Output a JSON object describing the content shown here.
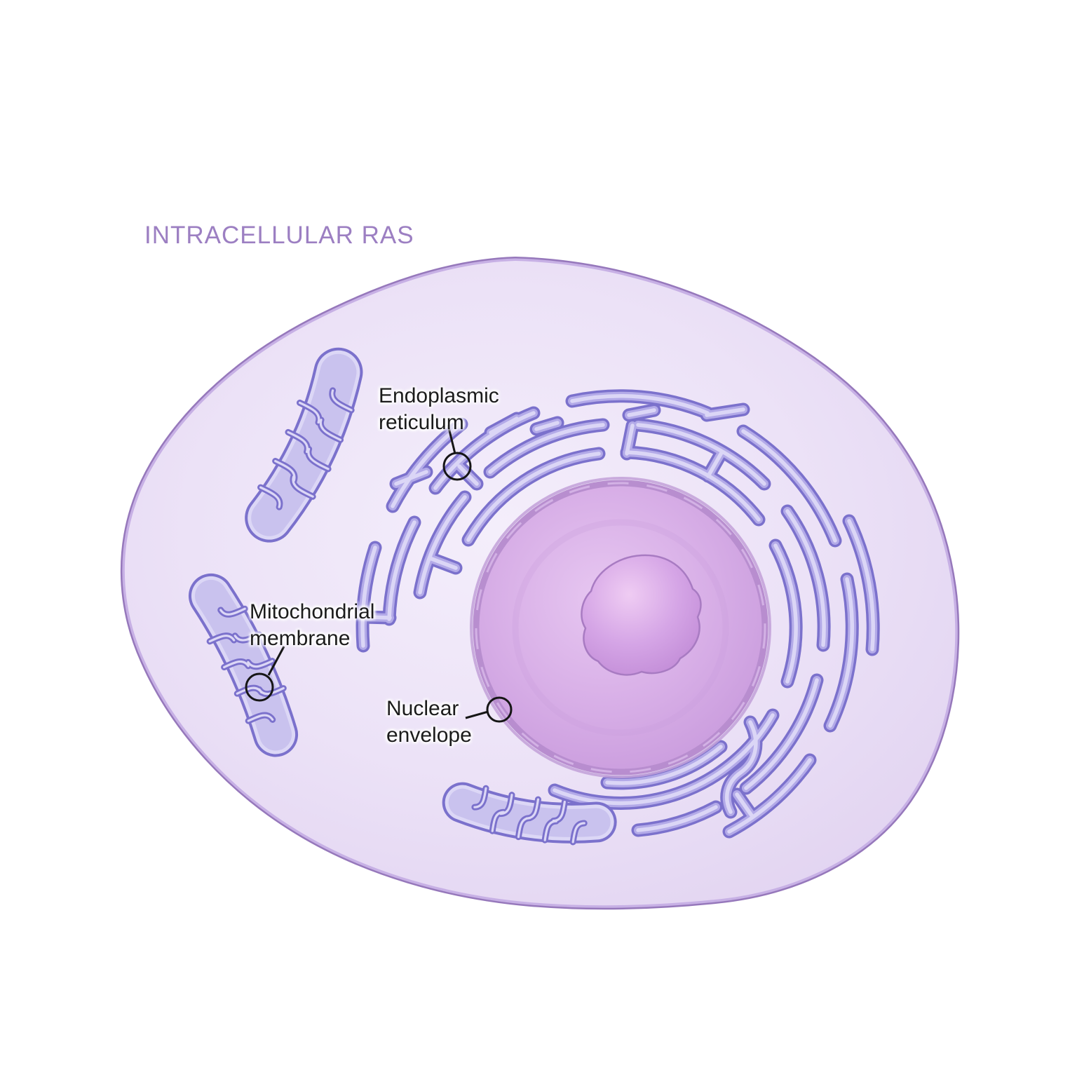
{
  "title": "INTRACELLULAR RAS",
  "diagram": {
    "type": "cell-illustration",
    "subject": "animal cell showing intracellular RAS localization sites",
    "labels": {
      "endoplasmic_reticulum": {
        "line1": "Endoplasmic",
        "line2": "reticulum"
      },
      "mitochondrial_membrane": {
        "line1": "Mitochondrial",
        "line2": "membrane"
      },
      "nuclear_envelope": {
        "line1": "Nuclear",
        "line2": "envelope"
      }
    },
    "organelles": [
      "cell membrane",
      "cytoplasm",
      "nucleus",
      "nucleolus",
      "nuclear envelope",
      "endoplasmic reticulum",
      "mitochondrion (x3)"
    ],
    "callouts": 3
  },
  "colors": {
    "background": "#ffffff",
    "title_text": "#9c7fc2",
    "label_text": "#1b1b1b",
    "callout_stroke": "#161616",
    "cell_membrane_line": "#9678bb",
    "cell_membrane_band": "#c7b0e5",
    "cytoplasm": "#ece3f7",
    "er_outline": "#7b71cc",
    "er_fill": "#b3aae8",
    "er_highlight": "#dbd6f6",
    "nucleus_fill": "#d5abe6",
    "nuclear_envelope": "#b68cce",
    "nucleolus_fill": "#cf9de2",
    "mitochondrion_outline": "#7b71cc",
    "mitochondrion_fill": "#c9c2ee"
  }
}
